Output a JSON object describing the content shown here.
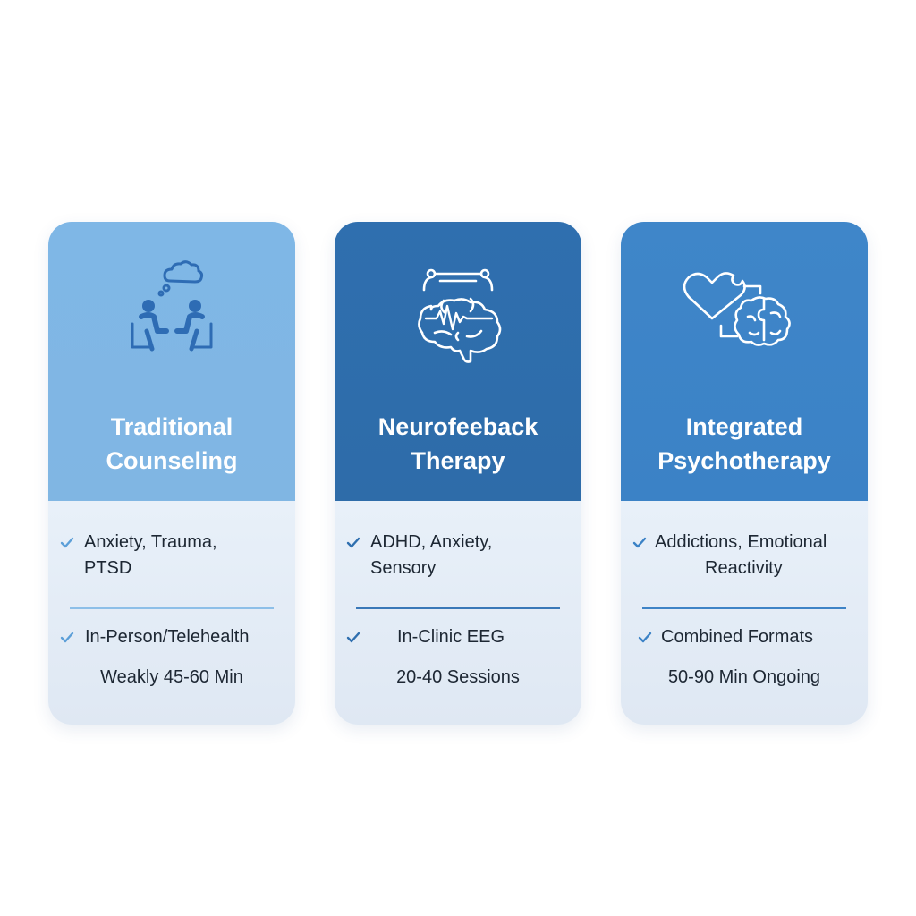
{
  "cards": [
    {
      "title_line1": "Traditional",
      "title_line2": "Counseling",
      "conditions_line1": "Anxiety, Trauma,",
      "conditions_line2": "PTSD",
      "format": "In-Person/Telehealth",
      "duration": "Weakly 45-60 Min",
      "icon": "counseling-conversation-icon",
      "accent": "#80b6e3"
    },
    {
      "title_line1": "Neurofeeback",
      "title_line2": "Therapy",
      "conditions_line1": "ADHD, Anxiety,",
      "conditions_line2": "Sensory",
      "format": "In-Clinic EEG",
      "duration": "20-40 Sessions",
      "icon": "brain-eeg-icon",
      "accent": "#2e6ca9"
    },
    {
      "title_line1": "Integrated",
      "title_line2": "Psychotherapy",
      "conditions_line1": "Addictions, Emotional",
      "conditions_line2": "Reactivity",
      "format": "Combined Formats",
      "duration": "50-90 Min Ongoing",
      "icon": "heart-brain-puzzle-icon",
      "accent": "#3b82c6"
    }
  ],
  "colors": {
    "check_light": "#5c9fd8",
    "check_dark": "#2f6faf",
    "text": "#1d2733"
  }
}
